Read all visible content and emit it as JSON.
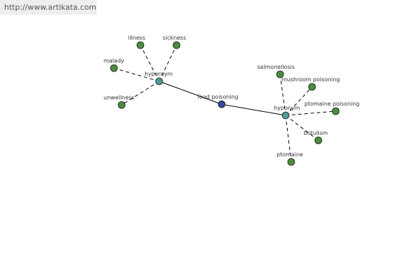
{
  "header": {
    "url": "http://www.artikata.com"
  },
  "colors": {
    "center": "#34489a",
    "hub": "#4f9b9a",
    "leaf": "#4c8c3e",
    "stroke": "#1a1a1a",
    "edge": "#000000"
  },
  "nodes": {
    "food_poisoning": "food poisoning",
    "hypernym": "hypernym",
    "hyponym": "hyponym",
    "illness": "illness",
    "sickness": "sickness",
    "malady": "malady",
    "unwellness": "unwellness",
    "salmonellosis": "salmonellosis",
    "mushroom_poisoning": "mushroom poisoning",
    "ptomaine_poisoning": "ptomaine poisoning",
    "botulism": "botulism",
    "ptomaine": "ptomaine"
  }
}
